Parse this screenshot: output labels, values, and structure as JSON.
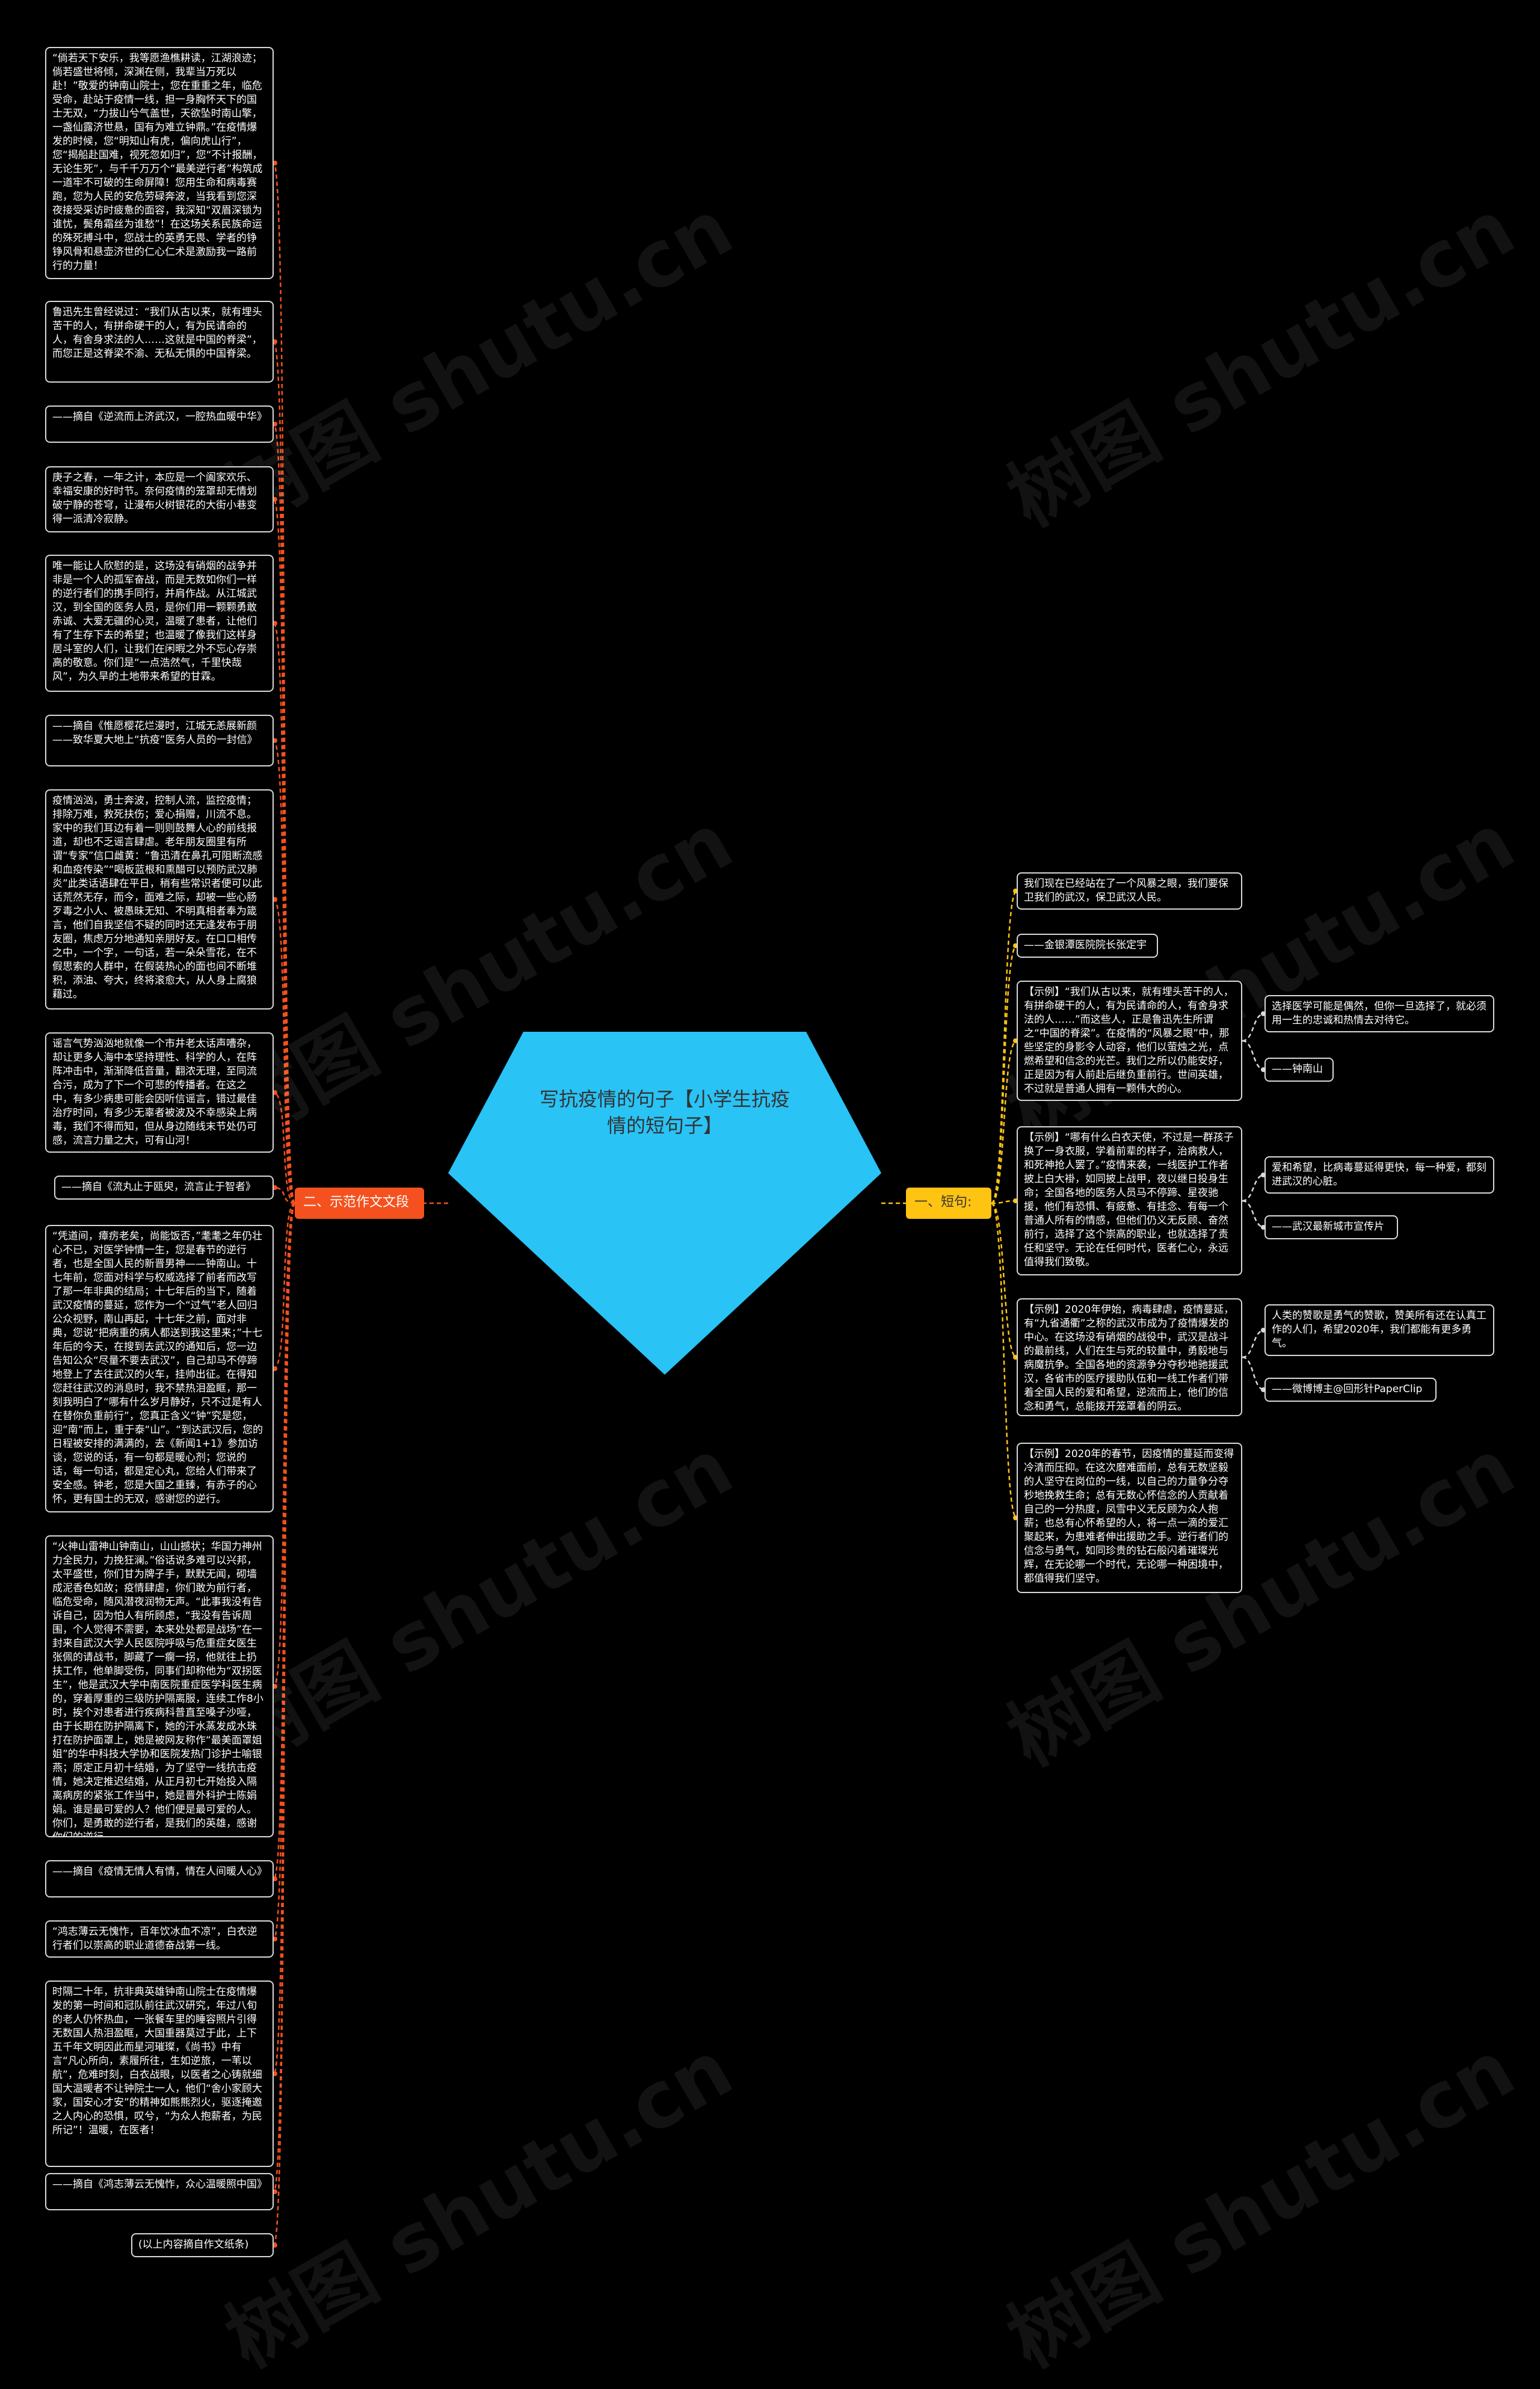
{
  "title": "写抗疫情的句子【小学生抗疫情的短句子】",
  "branches": {
    "left": "二、示范作文文段",
    "right": "一、短句:"
  },
  "watermark": "树图 shutu.cn",
  "left_nodes": [
    "“倘若天下安乐，我等愿渔樵耕读，江湖浪迹；倘若盛世将倾，深渊在侧，我辈当万死以赴！”敬爱的钟南山院士，您在重重之年，临危受命，赴站于疫情一线，担一身胸怀天下的国士无双，“力拔山兮气盖世，天欲坠时南山擎，一盏仙露济世悬，国有为难立钟鼎。”在疫情爆发的时候，您“明知山有虎，偏向虎山行”，您“揭船赴国难，视死忽如归”，您“不计报酬，无论生死”，与千千万万个“最美逆行者”构筑成一道牢不可破的生命屏障！您用生命和病毒赛跑，您为人民的安危劳碌奔波，当我看到您深夜接受采访时疲惫的面容，我深知“双眉深锁为谁忧，鬓角霜丝为谁愁”！在这场关系民族命运的殊死搏斗中，您战士的英勇无畏、学者的铮铮风骨和悬壶济世的仁心仁术是激励我一路前行的力量！",
    "鲁迅先生曾经说过：“我们从古以来，就有埋头苦干的人，有拼命硬干的人，有为民请命的人，有舍身求法的人……这就是中国的脊梁”，而您正是这脊梁不渝、无私无惧的中国脊梁。",
    "——摘自《逆流而上济武汉，一腔热血暖中华》",
    "庚子之春，一年之计，本应是一个阖家欢乐、幸福安康的好时节。奈何疫情的笼罩却无情划破宁静的苍穹，让漫布火树银花的大街小巷变得一派清冷寂静。",
    "唯一能让人欣慰的是，这场没有硝烟的战争并非是一个人的孤军奋战，而是无数如你们一样的逆行者们的携手同行，并肩作战。从江城武汉，到全国的医务人员，是你们用一颗颗勇敢赤诚、大爱无疆的心灵，温暖了患者，让他们有了生存下去的希望；也温暖了像我们这样身居斗室的人们，让我们在闲暇之外不忘心存崇高的敬意。你们是“一点浩然气，千里快哉风”，为久旱的土地带来希望的甘霖。",
    "——摘自《惟愿樱花烂漫时，江城无恙展新颜——致华夏大地上“抗疫”医务人员的一封信》",
    "疫情汹汹，勇士奔波，控制人流，监控疫情；排除万难，救死扶伤；爱心捐赠，川流不息。家中的我们耳边有着一则则鼓舞人心的前线报道，却也不乏谣言肆虐。老年朋友圈里有所谓“专家”信口雌黄：“鲁迅清在鼻孔可阻断流感和血疫传染”“喝板蓝根和熏醋可以预防武汉肺炎”此类话语肆在平日，稍有些常识者便可以此话荒然无存，而今，面难之际，却被一些心肠歹毒之小人、被愚昧无知、不明真相者奉为箴言，他们自我坚信不疑的同时还无逢发布于朋友圈，焦虑万分地通知亲朋好友。在口口相传之中，一个字，一句话，若一朵朵雪花，在不假思索的人群中，在假装热心的面也间不断堆积，添油、夸大，终将滚愈大，从人身上腐狼藉过。",
    "谣言气势汹汹地就像一个市井老太话声嘈杂，却让更多人海中本坚持理性、科学的人，在阵阵冲击中，渐渐降低音量，翻浓无理，至同流合污，成为了下一个可悲的传播者。在这之中，有多少病患可能会因听信谣言，错过最佳治疗时间，有多少无辜者被波及不幸感染上病毒，我们不得而知，但从身边随线末节处仍可感，流言力量之大，可有山河！",
    "——摘自《流丸止于瓯臾，流言止于智者》",
    "“凭道间，瘴疠老矣，尚能饭否，”耄耄之年仍壮心不已，对医学钟情一生，您是春节的逆行者，也是全国人民的新晋男神——钟南山。十七年前，您面对科学与权威选择了前者而改写了那一年非典的结局；十七年后的当下，随着武汉疫情的蔓延，您作为一个“过气”老人回归公众视野，南山再起，十七年之前，面对非典，您说“把病重的病人都送到我这里来；”十七年后的今天，在搜到去武汉的通知后，您一边告知公众“尽量不要去武汉”，自己却马不停蹄地登上了去往武汉的火车，挂帅出征。在得知您赶往武汉的消息时，我不禁热泪盈眶，那一刻我明白了“哪有什么岁月静好，只不过是有人在替你负重前行”，您真正含义“钟”究是您，迎“南”而上，重于泰“山”。“到达武汉后，您的日程被安排的满满的，去《新闻1+1》参加访谈，您说的话，有一句都是暖心剂；您说的话，每一句话，都是定心丸，您给人们带来了安全感。钟老，您是大国之重臻，有赤子的心怀，更有国士的无双，感谢您的逆行。",
    "“火神山雷神山钟南山，山山撼状；华国力神州力全民力，力挽狂澜。”俗话说多难可以兴邦，太平盛世，你们甘为牌子手，默默无闻，砌墙成泥香色如故；疫情肆虐，你们敢为前行者，临危受命，随风潜夜润物无声。“此事我没有告诉自己，因为怕人有所顾虑，“我没有告诉周围，个人觉得不需要，本来处处都是战场”在一封来自武汉大学人民医院呼吸与危重症女医生张佩的请战书，脚藏了一瘸一拐，他就往上扔扶工作，他单脚受伤，同事们却称他为“双拐医生”，他是武汉大学中南医院重症医学科医生病的，穿着厚重的三级防护隔离服，连续工作8小时，挨个对患者进行疾病科普直至嗓子沙哑，由于长期在防护隔离下，她的汗水蒸发成水珠打在防护面罩上，她是被网友称作“最美面罩姐姐”的华中科技大学协和医院发热门诊护士喻银燕；原定正月初十结婚，为了坚守一线抗击疫情，她决定推迟结婚，从正月初七开始投入隔离病房的紧张工作当中，她是晋外科护士陈娟娟。谁是最可爱的人？他们便是最可爱的人。你们，是勇敢的逆行者，是我们的英雄，感谢你们的逆行。",
    "——摘自《疫情无情人有情，情在人间暖人心》",
    "“鸿志薄云无愧怍，百年饮冰血不凉”，白衣逆行者们以崇高的职业道德奋战第一线。",
    "时隔二十年，抗非典英雄钟南山院士在疫情爆发的第一时间和冠队前往武汉研究，年过八旬的老人仍怀热血，一张餐车里的睡容照片引得无数国人热泪盈眶，大国重器莫过于此，上下五千年文明因此而星河璀璨，《尚书》中有言“凡心所向，素履所往，生如逆旅，一苇以航”，危难时刻，白衣战眼，以医者之心铸就细国大温暖者不让钟院士一人，他们“舍小家顾大家，国安心才安”的精神如熊熊烈火，驱逐掩邀之人内心的恐惧，叹兮，“为众人抱薪者，为民所记”！温暖，在医者！",
    "——摘自《鸿志薄云无愧怍，众心温暖照中国》",
    "(以上内容摘自作文纸条)"
  ],
  "right_nodes": [
    "我们现在已经站在了一个风暴之眼，我们要保卫我们的武汉，保卫武汉人民。",
    "——金银潭医院院长张定宇",
    "【示例】“我们从古以来，就有埋头苦干的人，有拼命硬干的人，有为民请命的人，有舍身求法的人……”而这些人，正是鲁迅先生所谓之“中国的脊梁”。在疫情的“风暴之眼”中，那些坚定的身影令人动容，他们以萤烛之光，点燃希望和信念的光芒。我们之所以仍能安好，正是因为有人前赴后继负重前行。世间英雄，不过就是普通人拥有一颗伟大的心。",
    "【示例】“哪有什么白衣天使，不过是一群孩子换了一身衣服，学着前辈的样子，治病救人，和死神抢人罢了。”疫情来袭，一线医护工作者披上白大褂，如同披上战甲，夜以继日投身生命；全国各地的医务人员马不停蹄、星夜驰援，他们有恐惧、有疲惫、有挂念、有每一个普通人所有的情感，但他们仍义无反顾、奋然前行，选择了这个崇高的职业，也就选择了责任和坚守。无论在任何时代，医者仁心，永远值得我们致敬。",
    "【示例】2020年伊始，病毒肆虐，疫情蔓延，有“九省通衢”之称的武汉市成为了疫情爆发的中心。在这场没有硝烟的战役中，武汉是战斗的最前线，人们在生与死的较量中，勇毅地与病魔抗争。全国各地的资源争分夺秒地驰援武汉，各省市的医疗援助队伍和一线工作者们带着全国人民的爱和希望，逆流而上，他们的信念和勇气，总能拨开笼罩着的阴云。",
    "【示例】2020年的春节，因疫情的蔓延而变得冷清而压抑。在这次磨难面前，总有无数坚毅的人坚守在岗位的一线，以自己的力量争分夺秒地挽救生命；总有无数心怀信念的人贡献着自己的一分热度，凤雪中义无反顾为众人抱薪；也总有心怀希望的人，将一点一滴的爱汇聚起来，为患难者伸出援助之手。逆行者们的信念与勇气，如同珍贵的钻石般闪着璀璨光辉，在无论哪一个时代，无论哪一种困境中，都值得我们坚守。"
  ],
  "sub_nodes": [
    "选择医学可能是偶然，但你一旦选择了，就必须用一生的忠诚和热情去对待它。",
    "——钟南山",
    "爱和希望，比病毒蔓延得更快，每一种爱，都刻进武汉的心脏。",
    "——武汉最新城市宣传片",
    "人类的赞歌是勇气的赞歌，赞美所有还在认真工作的人们，希望2020年，我们都能有更多勇气。",
    "——微博博主@回形针PaperClip"
  ]
}
